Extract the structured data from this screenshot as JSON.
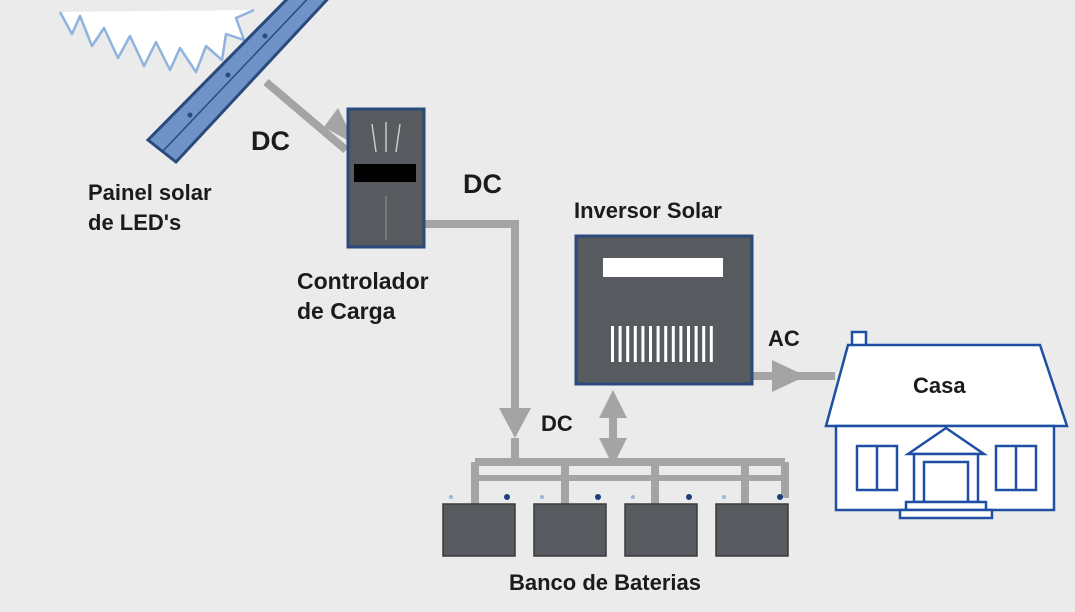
{
  "labels": {
    "solar_panel": [
      "Painel solar",
      "de LED's"
    ],
    "dc_panel": "DC",
    "dc_controller": "DC",
    "controller": [
      "Controlador",
      "de Carga"
    ],
    "inverter": "Inversor Solar",
    "ac": "AC",
    "house": "Casa",
    "dc_battery": "DC",
    "battery_bank": "Banco de Baterias"
  },
  "colors": {
    "background": "#ebebeb",
    "wire": "#a4a4a4",
    "device_fill": "#575a5e",
    "device_border": "#2b4a7c",
    "panel_fill": "#6f93c9",
    "house_line": "#1e4fa3",
    "sun_line": "#8fb3de",
    "text": "#1b1b1b"
  },
  "icons": {
    "sun": "sun-icon",
    "panel": "solar-panel-icon",
    "controller": "charge-controller-icon",
    "inverter": "inverter-icon",
    "house": "house-icon",
    "battery": "battery-icon"
  },
  "battery_count": 4
}
